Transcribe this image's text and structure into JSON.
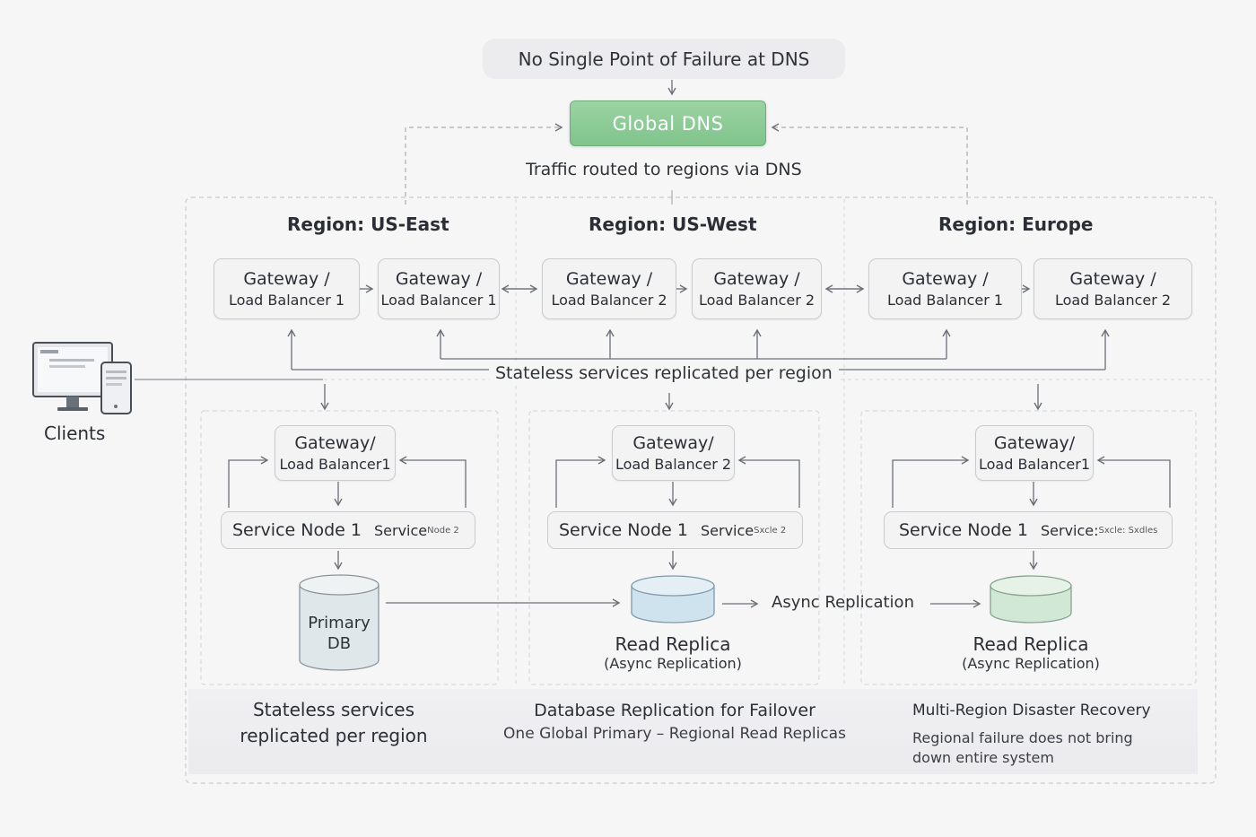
{
  "top_note": "No Single Point of Failure at DNS",
  "dns_label": "Global DNS",
  "routing_caption": "Traffic routed to regions via DNS",
  "regions": [
    {
      "title": "Region: US-East"
    },
    {
      "title": "Region: US-West"
    },
    {
      "title": "Region: Europe"
    }
  ],
  "top_gateways": [
    {
      "line1": "Gateway /",
      "line2": "Load Balancer 1"
    },
    {
      "line1": "Gateway /",
      "line2": "Load Balancer 1"
    },
    {
      "line1": "Gateway /",
      "line2": "Load Balancer 2"
    },
    {
      "line1": "Gateway /",
      "line2": "Load Balancer 2"
    },
    {
      "line1": "Gateway /",
      "line2": "Load Balancer 1"
    },
    {
      "line1": "Gateway /",
      "line2": "Load Balancer 2"
    }
  ],
  "stateless_caption": "Stateless services replicated per region",
  "clients_label": "Clients",
  "lower_gateways": [
    {
      "line1": "Gateway/",
      "line2": "Load Balancer1"
    },
    {
      "line1": "Gateway/",
      "line2": "Load Balancer 2"
    },
    {
      "line1": "Gateway/",
      "line2": "Load Balancer1"
    }
  ],
  "service_rows": [
    {
      "node1": "Service Node 1",
      "node2": "Service",
      "node2_small": "Node 2"
    },
    {
      "node1": "Service Node 1",
      "node2": "Service",
      "node2_small": "Sxcle 2"
    },
    {
      "node1": "Service Node 1",
      "node2": "Service:",
      "node2_small": "Sxcle: Sxdles"
    }
  ],
  "primary_db": {
    "line1": "Primary",
    "line2": "DB"
  },
  "replicas": [
    {
      "title": "Read Replica",
      "subtitle": "(Async Replication)"
    },
    {
      "title": "Read Replica",
      "subtitle": "(Async Replication)"
    }
  ],
  "async_label": "Async Replication",
  "footer": {
    "col1": {
      "line1": "Stateless services",
      "line2": "replicated per region"
    },
    "col2": {
      "title": "Database Replication for Failover",
      "subtitle": "One Global Primary – Regional Read Replicas"
    },
    "col3": {
      "title": "Multi-Region Disaster Recovery",
      "line1": "Regional failure does not bring",
      "line2": "down entire system"
    }
  },
  "colors": {
    "dns_green": "#86c792",
    "replica_blue": "#cfe3ee",
    "replica_green": "#d2e8d6",
    "primary_db": "#dfe7ea"
  }
}
